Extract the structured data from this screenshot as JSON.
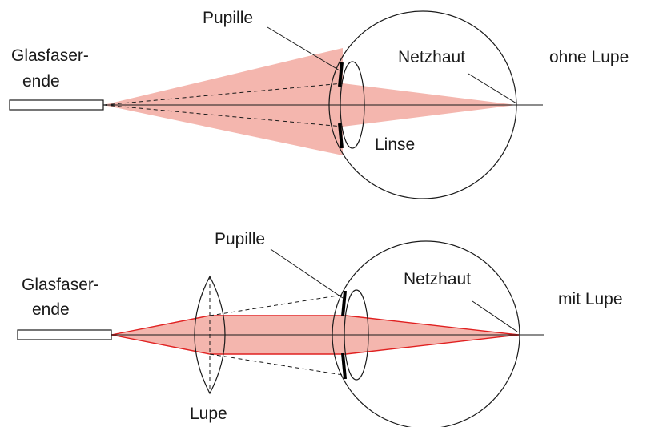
{
  "top_diagram": {
    "fiber_label_line1": "Glasfaser-",
    "fiber_label_line2": "ende",
    "pupil_label": "Pupille",
    "retina_label": "Netzhaut",
    "lens_label": "Linse",
    "condition_label": "ohne Lupe"
  },
  "bottom_diagram": {
    "fiber_label_line1": "Glasfaser-",
    "fiber_label_line2": "ende",
    "pupil_label": "Pupille",
    "retina_label": "Netzhaut",
    "magnifier_label": "Lupe",
    "condition_label": "mit Lupe"
  },
  "colors": {
    "beam_fill": "#f4b6ae",
    "beam_edge": "#e02020",
    "line": "#1a1a1a"
  }
}
